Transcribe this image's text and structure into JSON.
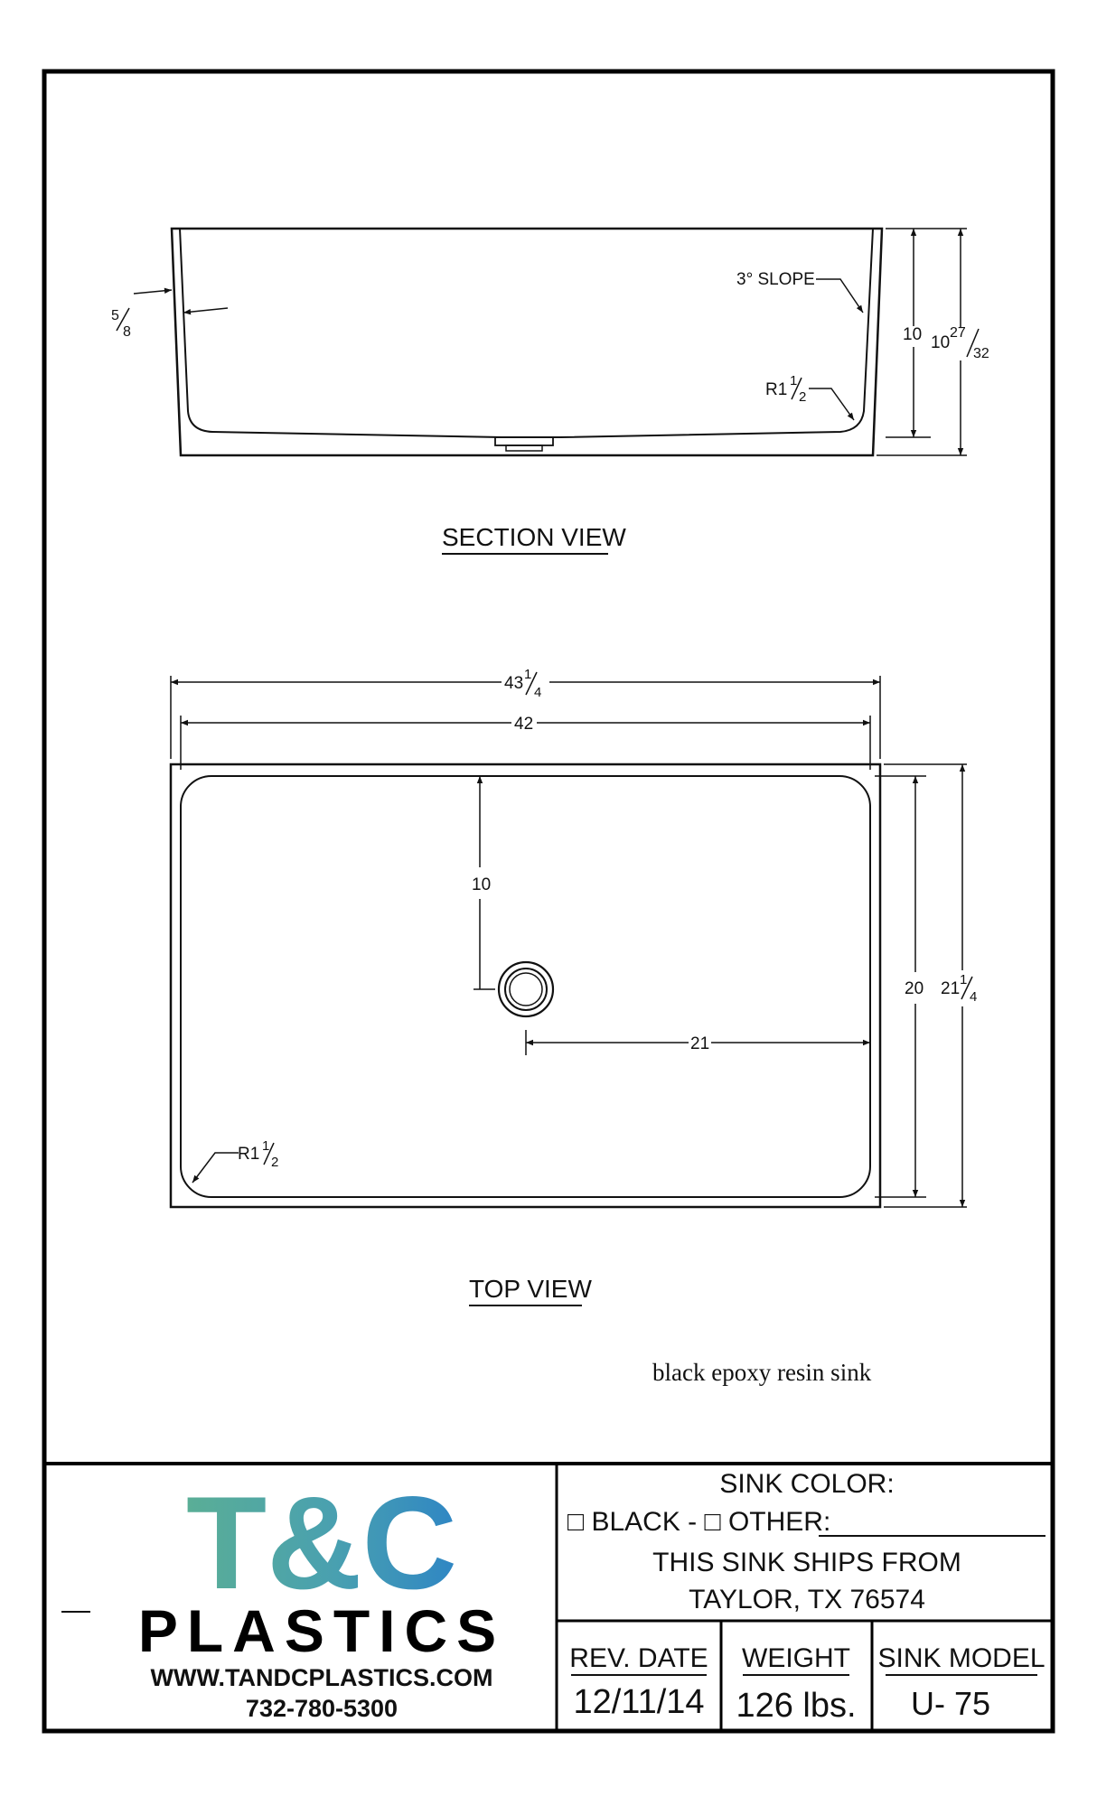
{
  "section_view": {
    "title": "SECTION VIEW",
    "dims": {
      "wall_num": "5",
      "wall_den": "8",
      "slope": "3° SLOPE",
      "radius_whole": "R1",
      "radius_num": "1",
      "radius_den": "2",
      "inner_height": "10",
      "outer_height_whole": "10",
      "outer_height_num": "27",
      "outer_height_den": "32"
    }
  },
  "top_view": {
    "title": "TOP VIEW",
    "dims": {
      "outer_width_whole": "43",
      "outer_width_num": "1",
      "outer_width_den": "4",
      "inner_width": "42",
      "drain_from_top": "10",
      "drain_from_side": "21",
      "inner_depth": "20",
      "outer_depth_whole": "21",
      "outer_depth_num": "1",
      "outer_depth_den": "4",
      "corner_radius_whole": "R1",
      "corner_radius_num": "1",
      "corner_radius_den": "2"
    }
  },
  "note": "black epoxy resin sink",
  "logo": {
    "line1": "T&C",
    "line2": "PLASTICS",
    "website": "WWW.TANDCPLASTICS.COM",
    "phone": "732-780-5300",
    "color_teal": "#5aae96",
    "color_blue": "#2f86c4"
  },
  "title_block": {
    "sink_color_label": "SINK COLOR:",
    "color_options": "□ BLACK - □ OTHER:",
    "ships_line1": "THIS SINK SHIPS FROM",
    "ships_line2": "TAYLOR, TX 76574",
    "rev_date_label": "REV. DATE",
    "rev_date_value": "12/11/14",
    "weight_label": "WEIGHT",
    "weight_value": "126 lbs.",
    "model_label": "SINK MODEL",
    "model_value": "U- 75"
  }
}
